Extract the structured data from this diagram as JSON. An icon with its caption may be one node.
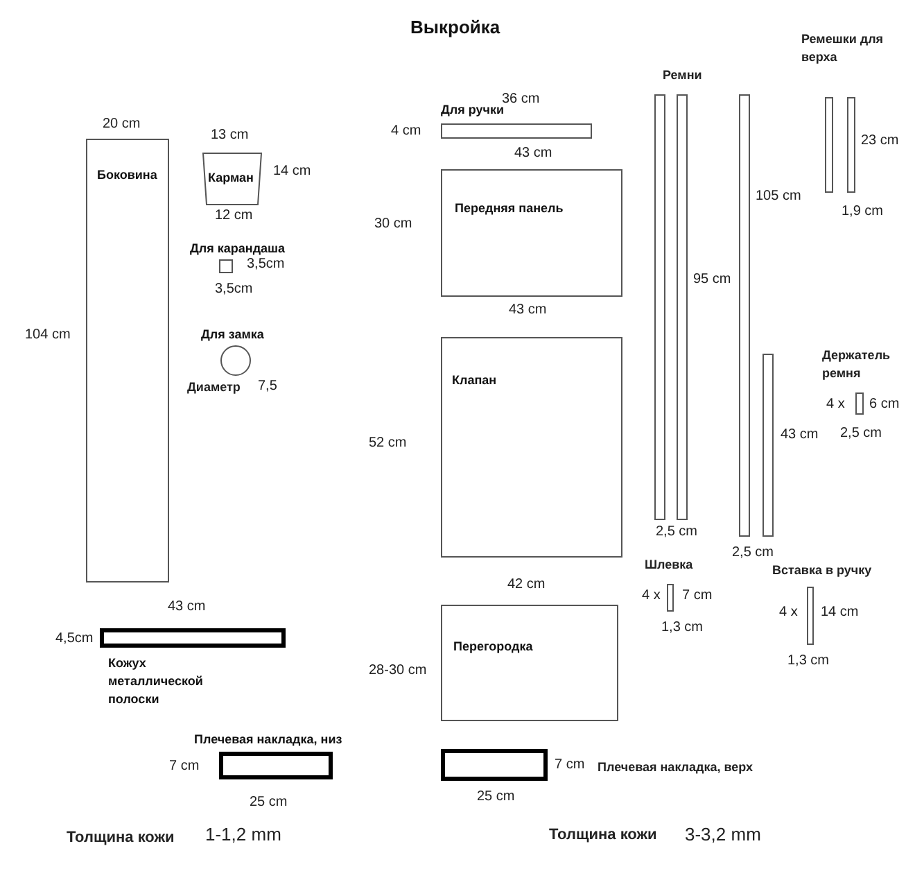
{
  "diagram": {
    "title": "Выкройка",
    "nodes": [
      {
        "text": [
          "Боковина"
        ],
        "beside": [
          "20 cm",
          "104 cm"
        ]
      },
      {
        "text": [
          "Карман"
        ],
        "beside": [
          "13 cm",
          "14 cm",
          "12 cm"
        ]
      },
      {
        "text": [
          "Для карандаша"
        ],
        "beside": [
          "3,5cm",
          "3,5cm"
        ]
      },
      {
        "text": [
          "Для замка"
        ],
        "beside": [
          "Диаметр",
          "7,5"
        ]
      },
      {
        "text": [
          "Кожух металлической полоски"
        ],
        "beside": [
          "43 cm",
          "4,5cm"
        ]
      },
      {
        "text": [
          "Плечевая накладка, низ"
        ],
        "beside": [
          "7 cm",
          "25 cm"
        ]
      },
      {
        "text": [
          "Для ручки"
        ],
        "beside": [
          "36 cm",
          "4 cm",
          "43 cm"
        ]
      },
      {
        "text": [
          "Передняя панель"
        ],
        "beside": [
          "30 cm",
          "43 cm"
        ]
      },
      {
        "text": [
          "Клапан"
        ],
        "beside": [
          "52 cm",
          "42 cm"
        ]
      },
      {
        "text": [
          "Перегородка"
        ],
        "beside": [
          "28-30 cm"
        ]
      },
      {
        "text": [],
        "shape": "box",
        "beside": [
          "7 cm",
          "25 cm",
          "Плечевая накладка, верх"
        ]
      },
      {
        "text": [],
        "shape": "bar"
      },
      {
        "text": [],
        "shape": "bar",
        "beside": [
          "95 cm"
        ]
      },
      {
        "text": [],
        "shape": "bar",
        "beside": [
          "105 cm"
        ]
      },
      {
        "text": [],
        "shape": "bar",
        "beside": [
          "43 cm"
        ]
      },
      {
        "text": [],
        "shape": "bar"
      },
      {
        "text": [],
        "shape": "bar",
        "beside": [
          "23 cm",
          "1,9 cm"
        ]
      },
      {
        "text": [],
        "shape": "bar",
        "beside": [
          "Держатель ремня",
          "4 x",
          "6 cm",
          "2,5 cm"
        ]
      },
      {
        "text": [],
        "shape": "bar",
        "beside": [
          "Шлевка",
          "4 x",
          "7 cm",
          "1,3 cm"
        ]
      },
      {
        "text": [],
        "shape": "bar",
        "beside": [
          "Вставка в ручку",
          "4 x",
          "14 cm",
          "1,3 cm"
        ]
      }
    ],
    "edges": [],
    "labels": [
      "Ремешки для верха",
      "Ремни",
      "2,5 cm",
      "2,5 cm",
      "Толщина кожи",
      "1-1,2 mm",
      "Толщина кожи",
      "3-3,2 mm"
    ]
  }
}
